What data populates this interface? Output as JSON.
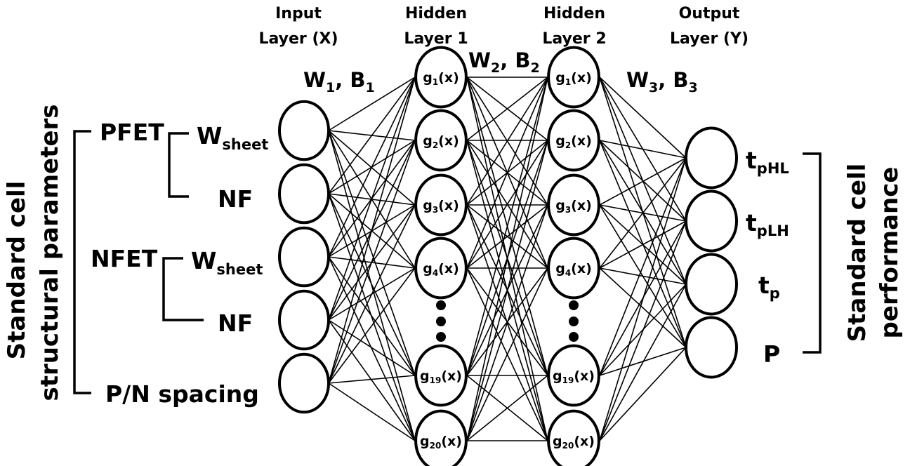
{
  "layers": {
    "input": {
      "title_line1": "Input",
      "title_line2": "Layer (X)",
      "count": 5
    },
    "hidden1": {
      "title_line1": "Hidden",
      "title_line2": "Layer 1",
      "nodes": [
        {
          "base": "g",
          "sub": "1",
          "tail": "(x)"
        },
        {
          "base": "g",
          "sub": "2",
          "tail": "(x)"
        },
        {
          "base": "g",
          "sub": "3",
          "tail": "(x)"
        },
        {
          "base": "g",
          "sub": "4",
          "tail": "(x)"
        },
        {
          "base": "g",
          "sub": "19",
          "tail": "(x)"
        },
        {
          "base": "g",
          "sub": "20",
          "tail": "(x)"
        }
      ]
    },
    "hidden2": {
      "title_line1": "Hidden",
      "title_line2": "Layer 2",
      "nodes": [
        {
          "base": "g",
          "sub": "1",
          "tail": "(x)"
        },
        {
          "base": "g",
          "sub": "2",
          "tail": "(x)"
        },
        {
          "base": "g",
          "sub": "3",
          "tail": "(x)"
        },
        {
          "base": "g",
          "sub": "4",
          "tail": "(x)"
        },
        {
          "base": "g",
          "sub": "19",
          "tail": "(x)"
        },
        {
          "base": "g",
          "sub": "20",
          "tail": "(x)"
        }
      ]
    },
    "output": {
      "title_line1": "Output",
      "title_line2": "Layer (Y)",
      "count": 4
    }
  },
  "weights": [
    {
      "w": "W",
      "wsub": "1",
      "b": "B",
      "bsub": "1"
    },
    {
      "w": "W",
      "wsub": "2",
      "b": "B",
      "bsub": "2"
    },
    {
      "w": "W",
      "wsub": "3",
      "b": "B",
      "bsub": "3"
    }
  ],
  "left_group": {
    "title_line1": "Standard cell",
    "title_line2": "structural parameters",
    "pfet": "PFET",
    "nfet": "NFET",
    "inputs": [
      {
        "base": "W",
        "sub": "sheet"
      },
      {
        "base": "NF",
        "sub": ""
      },
      {
        "base": "W",
        "sub": "sheet"
      },
      {
        "base": "NF",
        "sub": ""
      },
      {
        "base": "P/N spacing",
        "sub": ""
      }
    ]
  },
  "right_group": {
    "title_line1": "Standard cell",
    "title_line2": "performance",
    "outputs": [
      {
        "base": "t",
        "sub": "pHL"
      },
      {
        "base": "t",
        "sub": "pLH"
      },
      {
        "base": "t",
        "sub": "p"
      },
      {
        "base": "P",
        "sub": ""
      }
    ]
  },
  "ellipsis": "⋮"
}
